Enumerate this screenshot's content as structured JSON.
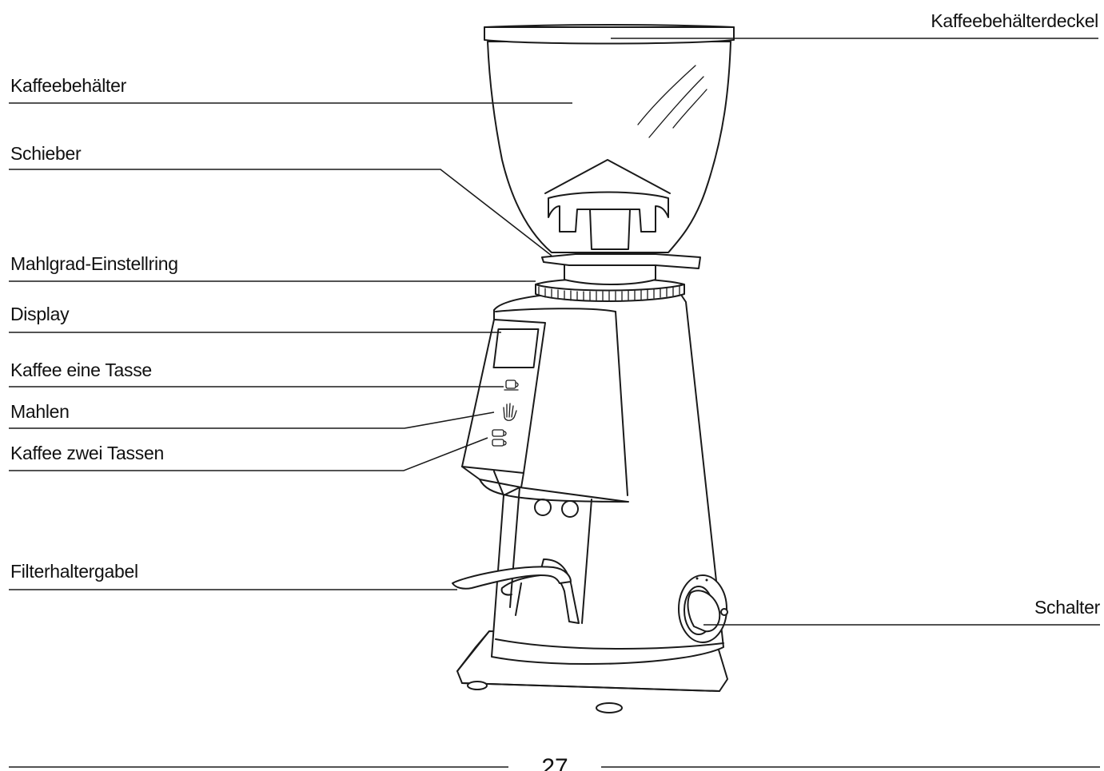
{
  "labels": {
    "hopper_lid": "Kaffeebehälterdeckel",
    "hopper": "Kaffeebehälter",
    "slide_gate": "Schieber",
    "grind_ring": "Mahlgrad-Einstellring",
    "display": "Display",
    "one_cup": "Kaffee eine Tasse",
    "grind": "Mahlen",
    "two_cups": "Kaffee zwei Tassen",
    "fork": "Filterhaltergabel",
    "switch": "Schalter"
  },
  "page_number": "27"
}
